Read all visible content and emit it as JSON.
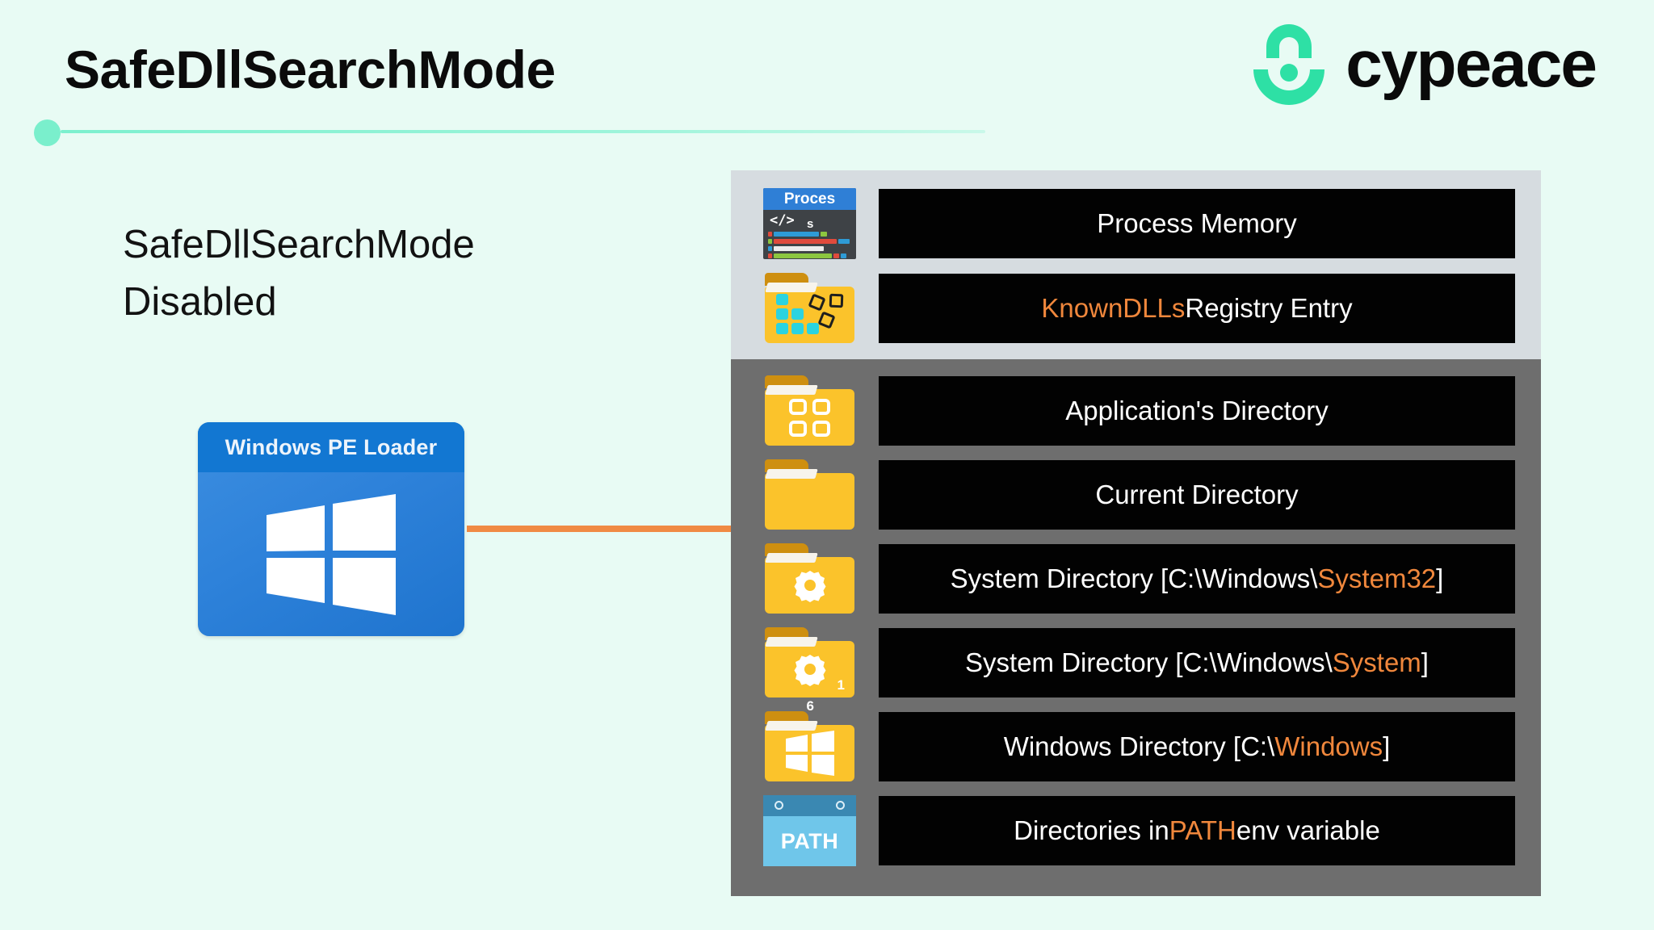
{
  "header": {
    "title": "SafeDllSearchMode",
    "logo_text": "cypeace",
    "logo_mark_name": "cypeace-lock-logo",
    "accent_green": "#2EE0A5",
    "rule_color": "#7CF0CE"
  },
  "left": {
    "caption_line1": "SafeDllSearchMode",
    "caption_line2": "Disabled",
    "loader": {
      "title": "Windows PE Loader",
      "icon": "windows-logo-icon",
      "header_color": "#1277D2",
      "body_color": "#3C8EE0"
    },
    "connector_color": "#F08A44"
  },
  "diagram": {
    "top_panel": {
      "background": "#D6DCE0",
      "rows": [
        {
          "icon": "process-monitor-icon",
          "icon_title": "Proces",
          "icon_sub": "s",
          "text_pre": "",
          "text_hl": "",
          "text_post": "Process Memory"
        },
        {
          "icon": "knowndlls-folder-icon",
          "text_pre": "",
          "text_hl": "KnownDLLs",
          "text_post": " Registry Entry"
        }
      ]
    },
    "bottom_panel": {
      "background": "#6E6E6E",
      "rows": [
        {
          "icon": "application-folder-icon",
          "text_pre": "",
          "text_hl": "",
          "text_post": "Application's Directory"
        },
        {
          "icon": "plain-folder-icon",
          "text_pre": "",
          "text_hl": "",
          "text_post": "Current Directory"
        },
        {
          "icon": "system-gear-folder-icon",
          "badge": "",
          "text_pre": "System Directory [C:\\Windows\\",
          "text_hl": "System32",
          "text_post": "]"
        },
        {
          "icon": "system16-gear-folder-icon",
          "badge": "1",
          "badge2": "6",
          "text_pre": "System Directory [C:\\Windows\\",
          "text_hl": "System",
          "text_post": "]"
        },
        {
          "icon": "windows-folder-icon",
          "text_pre": "Windows Directory [C:\\",
          "text_hl": "Windows",
          "text_post": "]"
        },
        {
          "icon": "path-env-icon",
          "icon_label": "PATH",
          "text_pre": "Directories in ",
          "text_hl": "PATH",
          "text_post": " env variable"
        }
      ]
    },
    "bar_color": "#020202",
    "bar_text_color": "#FFFFFF",
    "highlight_color": "#F0873C"
  }
}
